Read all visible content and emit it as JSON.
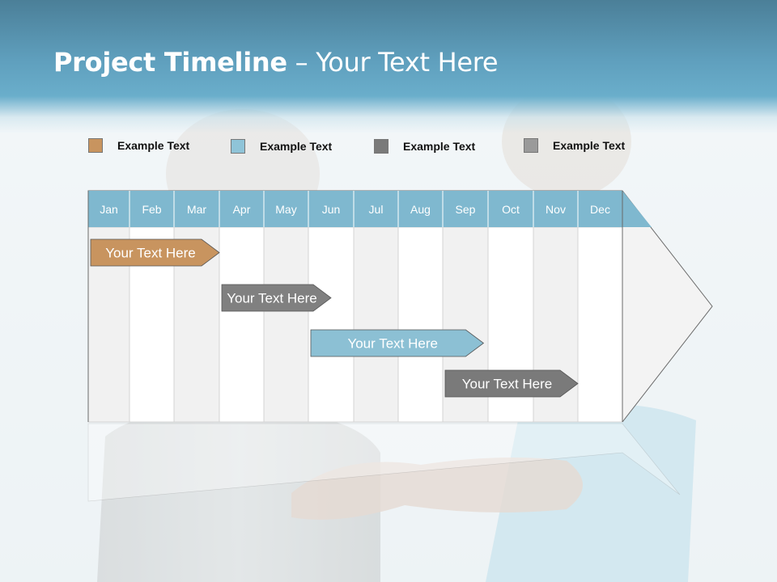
{
  "slide": {
    "title_bold": "Project Timeline",
    "title_rest": " – Your Text Here"
  },
  "legend": [
    {
      "label": "Example Text",
      "color": "#c8945f"
    },
    {
      "label": "Example Text",
      "color": "#8fc4d8"
    },
    {
      "label": "Example Text",
      "color": "#7a7a7a"
    },
    {
      "label": "Example Text",
      "color": "#9a9a9a"
    }
  ],
  "timeline": {
    "months": [
      "Jan",
      "Feb",
      "Mar",
      "Apr",
      "May",
      "Jun",
      "Jul",
      "Aug",
      "Sep",
      "Oct",
      "Nov",
      "Dec"
    ],
    "header_color": "#7fb8cf",
    "tasks": [
      {
        "label": "Your  Text Here",
        "start_month": 1.0,
        "end_month": 4.0,
        "color": "#c8945f"
      },
      {
        "label": "Your  Text Here",
        "start_month": 4.0,
        "end_month": 6.5,
        "color": "#808080"
      },
      {
        "label": "Your  Text Here",
        "start_month": 6.0,
        "end_month": 9.9,
        "color": "#8cc0d4"
      },
      {
        "label": "Your  Text Here",
        "start_month": 9.0,
        "end_month": 12.0,
        "color": "#7a7a7a"
      }
    ]
  }
}
